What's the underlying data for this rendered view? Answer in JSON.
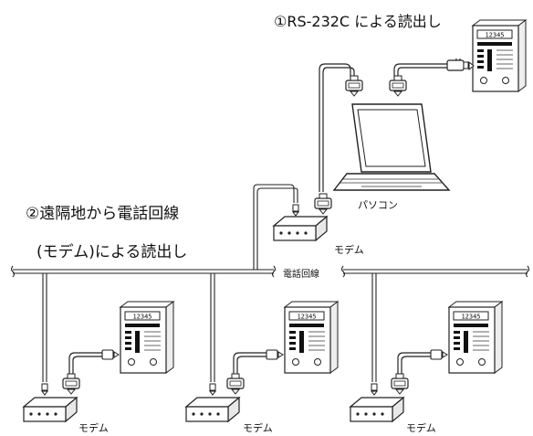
{
  "labels": {
    "rs232c_readout": "①RS-232C による読出し",
    "remote_line_1": "②遠隔地から電話回線",
    "remote_line_2": "(モデム)による読出し",
    "pc": "パソコン",
    "phone_line": "電話回線",
    "modem": "モデム"
  },
  "device_display": "12345"
}
